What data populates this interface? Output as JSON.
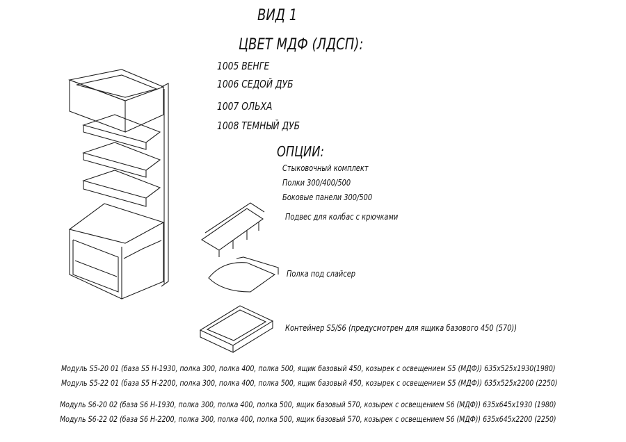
{
  "title": "ВИД 1",
  "color_heading": "ЦВЕТ МДФ (ЛДСП):",
  "colors": [
    "1005 ВЕНГЕ",
    "1006 СЕДОЙ ДУБ",
    "1007 ОЛЬХА",
    "1008 ТЕМНЫЙ ДУБ"
  ],
  "options_heading": "ОПЦИИ:",
  "options": [
    "Стыковочный комплект",
    "Полки 300/400/500",
    "Боковые панели 300/500"
  ],
  "accessories": {
    "hanger": "Подвес для колбас с крючками",
    "slicer_shelf": "Полка под слайсер",
    "container": "Контейнер S5/S6 (предусмотрен для ящика базового 450 (570))"
  },
  "modules": [
    "Модуль S5-20 01 (база S5 H-1930, полка 300, полка 400, полка 500, ящик базовый 450, козырек с освещением S5 (МДФ)) 635x525x1930(1980)",
    "Модуль S5-22 01 (база S5 H-2200, полка 300, полка 400, полка 500, ящик базовый 450, козырек с освещением S5 (МДФ)) 635x525x2200 (2250)",
    "Модуль S6-20 02 (база S6 H-1930, полка 300, полка 400, полка 500, ящик базовый 570, козырек с освещением S6 (МДФ)) 635x645x1930 (1980)",
    "Модуль S6-22 02 (база S6 H-2200, полка 300, полка 400, полка 500, ящик базовый 570, козырек с освещением S6 (МДФ)) 635x645x2200 (2250)"
  ]
}
